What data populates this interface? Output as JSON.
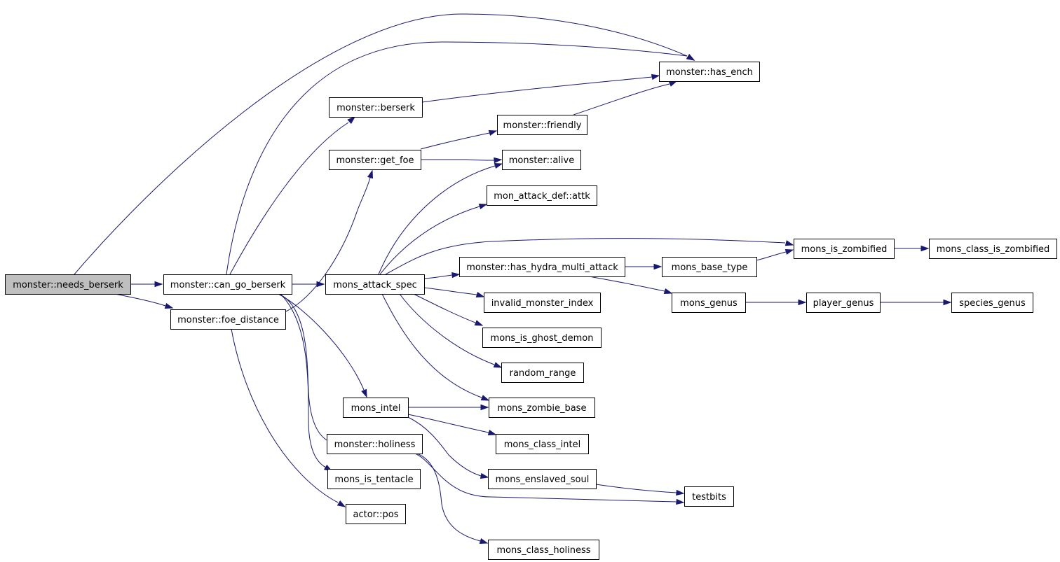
{
  "diagram": {
    "colors": {
      "edge": "#191970",
      "node_border": "#000000",
      "node_fill": "#ffffff",
      "root_fill": "#bfbfbf"
    },
    "nodes": [
      {
        "id": "needs_berserk",
        "label": "monster::needs_berserk",
        "root": true
      },
      {
        "id": "can_go_berserk",
        "label": "monster::can_go_berserk"
      },
      {
        "id": "foe_distance",
        "label": "monster::foe_distance"
      },
      {
        "id": "has_ench",
        "label": "monster::has_ench"
      },
      {
        "id": "berserk",
        "label": "monster::berserk"
      },
      {
        "id": "friendly",
        "label": "monster::friendly"
      },
      {
        "id": "get_foe",
        "label": "monster::get_foe"
      },
      {
        "id": "alive",
        "label": "monster::alive"
      },
      {
        "id": "attk",
        "label": "mon_attack_def::attk"
      },
      {
        "id": "mons_attack_spec",
        "label": "mons_attack_spec"
      },
      {
        "id": "hydra",
        "label": "monster::has_hydra_multi_attack"
      },
      {
        "id": "mons_is_zombified",
        "label": "mons_is_zombified"
      },
      {
        "id": "mons_class_is_zombified",
        "label": "mons_class_is_zombified"
      },
      {
        "id": "mons_base_type",
        "label": "mons_base_type"
      },
      {
        "id": "invalid_monster_index",
        "label": "invalid_monster_index"
      },
      {
        "id": "mons_genus",
        "label": "mons_genus"
      },
      {
        "id": "player_genus",
        "label": "player_genus"
      },
      {
        "id": "species_genus",
        "label": "species_genus"
      },
      {
        "id": "mons_is_ghost_demon",
        "label": "mons_is_ghost_demon"
      },
      {
        "id": "random_range",
        "label": "random_range"
      },
      {
        "id": "mons_intel",
        "label": "mons_intel"
      },
      {
        "id": "mons_zombie_base",
        "label": "mons_zombie_base"
      },
      {
        "id": "holiness",
        "label": "monster::holiness"
      },
      {
        "id": "mons_class_intel",
        "label": "mons_class_intel"
      },
      {
        "id": "mons_enslaved_soul",
        "label": "mons_enslaved_soul"
      },
      {
        "id": "mons_is_tentacle",
        "label": "mons_is_tentacle"
      },
      {
        "id": "testbits",
        "label": "testbits"
      },
      {
        "id": "actor_pos",
        "label": "actor::pos"
      },
      {
        "id": "mons_class_holiness",
        "label": "mons_class_holiness"
      }
    ],
    "edges": [
      {
        "from": "needs_berserk",
        "to": "can_go_berserk"
      },
      {
        "from": "needs_berserk",
        "to": "foe_distance"
      },
      {
        "from": "needs_berserk",
        "to": "has_ench"
      },
      {
        "from": "can_go_berserk",
        "to": "has_ench"
      },
      {
        "from": "can_go_berserk",
        "to": "berserk"
      },
      {
        "from": "can_go_berserk",
        "to": "mons_attack_spec"
      },
      {
        "from": "can_go_berserk",
        "to": "mons_intel"
      },
      {
        "from": "can_go_berserk",
        "to": "holiness"
      },
      {
        "from": "can_go_berserk",
        "to": "mons_is_tentacle"
      },
      {
        "from": "berserk",
        "to": "has_ench"
      },
      {
        "from": "friendly",
        "to": "has_ench"
      },
      {
        "from": "get_foe",
        "to": "friendly"
      },
      {
        "from": "get_foe",
        "to": "alive"
      },
      {
        "from": "foe_distance",
        "to": "get_foe"
      },
      {
        "from": "foe_distance",
        "to": "actor_pos"
      },
      {
        "from": "mons_attack_spec",
        "to": "alive"
      },
      {
        "from": "mons_attack_spec",
        "to": "attk"
      },
      {
        "from": "mons_attack_spec",
        "to": "mons_is_zombified"
      },
      {
        "from": "mons_attack_spec",
        "to": "hydra"
      },
      {
        "from": "mons_attack_spec",
        "to": "invalid_monster_index"
      },
      {
        "from": "mons_attack_spec",
        "to": "mons_is_ghost_demon"
      },
      {
        "from": "mons_attack_spec",
        "to": "random_range"
      },
      {
        "from": "mons_attack_spec",
        "to": "mons_zombie_base"
      },
      {
        "from": "hydra",
        "to": "mons_base_type"
      },
      {
        "from": "hydra",
        "to": "mons_genus"
      },
      {
        "from": "mons_base_type",
        "to": "mons_is_zombified"
      },
      {
        "from": "mons_is_zombified",
        "to": "mons_class_is_zombified"
      },
      {
        "from": "mons_genus",
        "to": "player_genus"
      },
      {
        "from": "player_genus",
        "to": "species_genus"
      },
      {
        "from": "mons_intel",
        "to": "mons_zombie_base"
      },
      {
        "from": "mons_intel",
        "to": "mons_class_intel"
      },
      {
        "from": "mons_intel",
        "to": "mons_enslaved_soul"
      },
      {
        "from": "holiness",
        "to": "testbits"
      },
      {
        "from": "holiness",
        "to": "mons_class_holiness"
      },
      {
        "from": "mons_enslaved_soul",
        "to": "testbits"
      }
    ]
  }
}
